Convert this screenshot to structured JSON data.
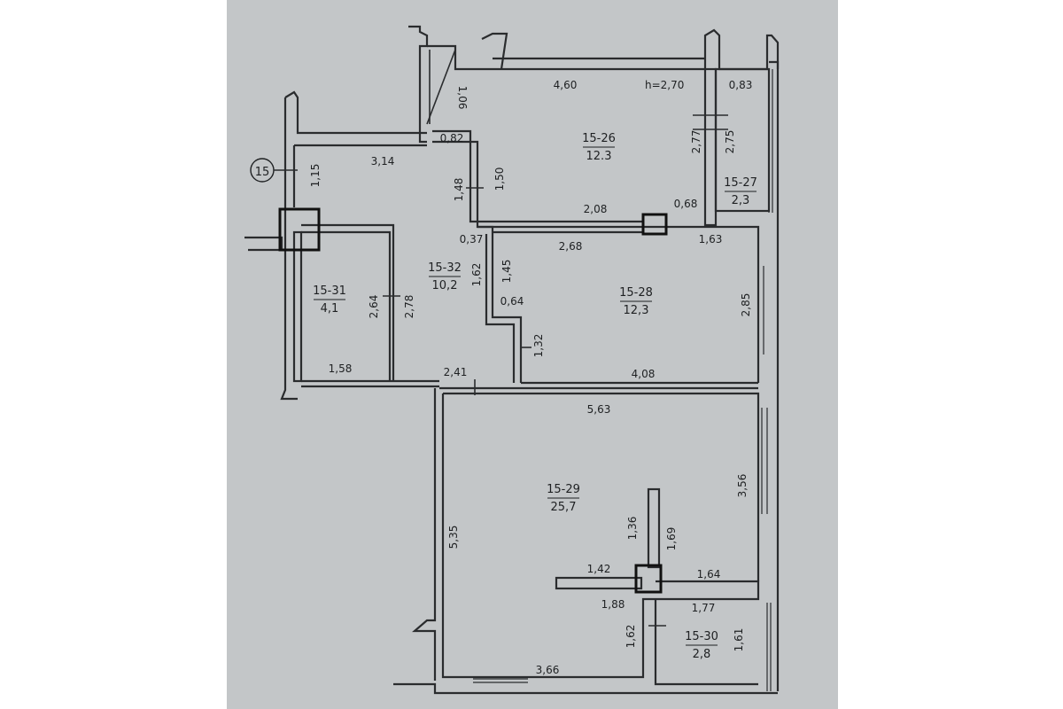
{
  "plan": {
    "marker": "15",
    "ceiling_height": "h=2,70",
    "background_color": "#c3c6c8",
    "line_color": "#2a2c2e",
    "rooms": [
      {
        "id": "15-26",
        "area": "12.3"
      },
      {
        "id": "15-27",
        "area": "2,3"
      },
      {
        "id": "15-28",
        "area": "12,3"
      },
      {
        "id": "15-29",
        "area": "25,7"
      },
      {
        "id": "15-30",
        "area": "2,8"
      },
      {
        "id": "15-31",
        "area": "4,1"
      },
      {
        "id": "15-32",
        "area": "10,2"
      }
    ],
    "dims": {
      "d460": "4,60",
      "d083": "0,83",
      "d106": "1,06",
      "d082": "0,82",
      "d314": "3,14",
      "d115": "1,15",
      "d148": "1,48",
      "d150": "1,50",
      "d277": "2,77",
      "d275": "2,75",
      "d208": "2,08",
      "d068": "0,68",
      "d037": "0,37",
      "d268": "2,68",
      "d163": "1,63",
      "d162": "1,62",
      "d145": "1,45",
      "d064": "0,64",
      "d285": "2,85",
      "d264": "2,64",
      "d278": "2,78",
      "d132": "1,32",
      "d158": "1,58",
      "d241": "2,41",
      "d408": "4,08",
      "d563": "5,63",
      "d356": "3,56",
      "d535": "5,35",
      "d136": "1,36",
      "d169": "1,69",
      "d142": "1,42",
      "d164": "1,64",
      "d188": "1,88",
      "d177": "1,77",
      "d162b": "1,62",
      "d161": "1,61",
      "d366": "3,66"
    }
  }
}
